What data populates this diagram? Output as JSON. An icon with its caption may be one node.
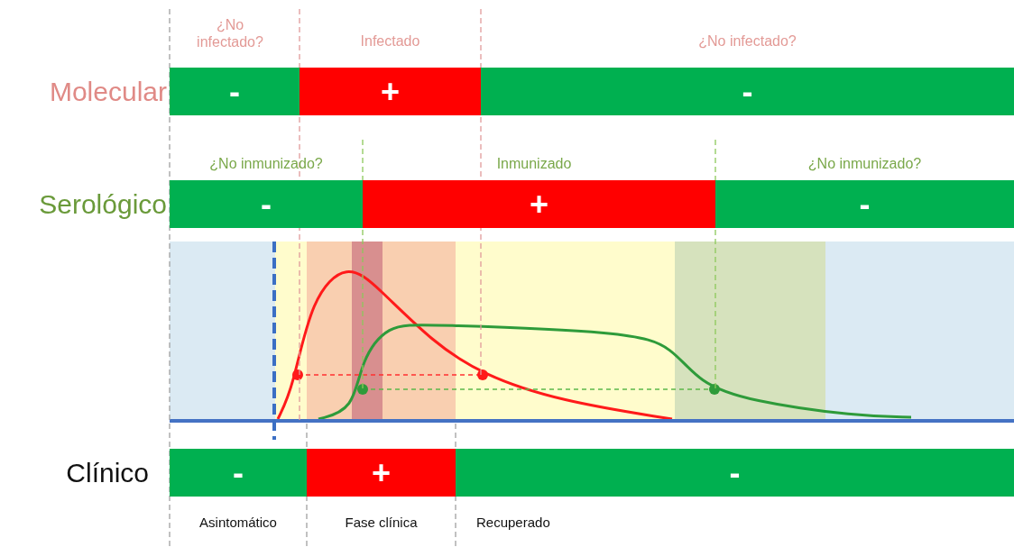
{
  "diagram": {
    "nodes": [
      {
        "text": [
          "-"
        ]
      },
      {
        "text": [
          "+"
        ]
      },
      {
        "text": [
          "-"
        ]
      },
      {
        "text": [
          "-"
        ]
      },
      {
        "text": [
          "+"
        ]
      },
      {
        "text": [
          "-"
        ]
      },
      {
        "text": [
          "-"
        ]
      },
      {
        "text": [
          "+"
        ]
      },
      {
        "text": [
          "-"
        ]
      }
    ],
    "edges": [],
    "labels": [
      "¿No infectado?",
      "Infectado",
      "¿No infectado?",
      "Molecular",
      "¿No inmunizado?",
      "Inmunizado",
      "¿No inmunizado?",
      "Serológico",
      "Clínico",
      "Asintomático",
      "Fase clínica",
      "Recuperado"
    ]
  }
}
